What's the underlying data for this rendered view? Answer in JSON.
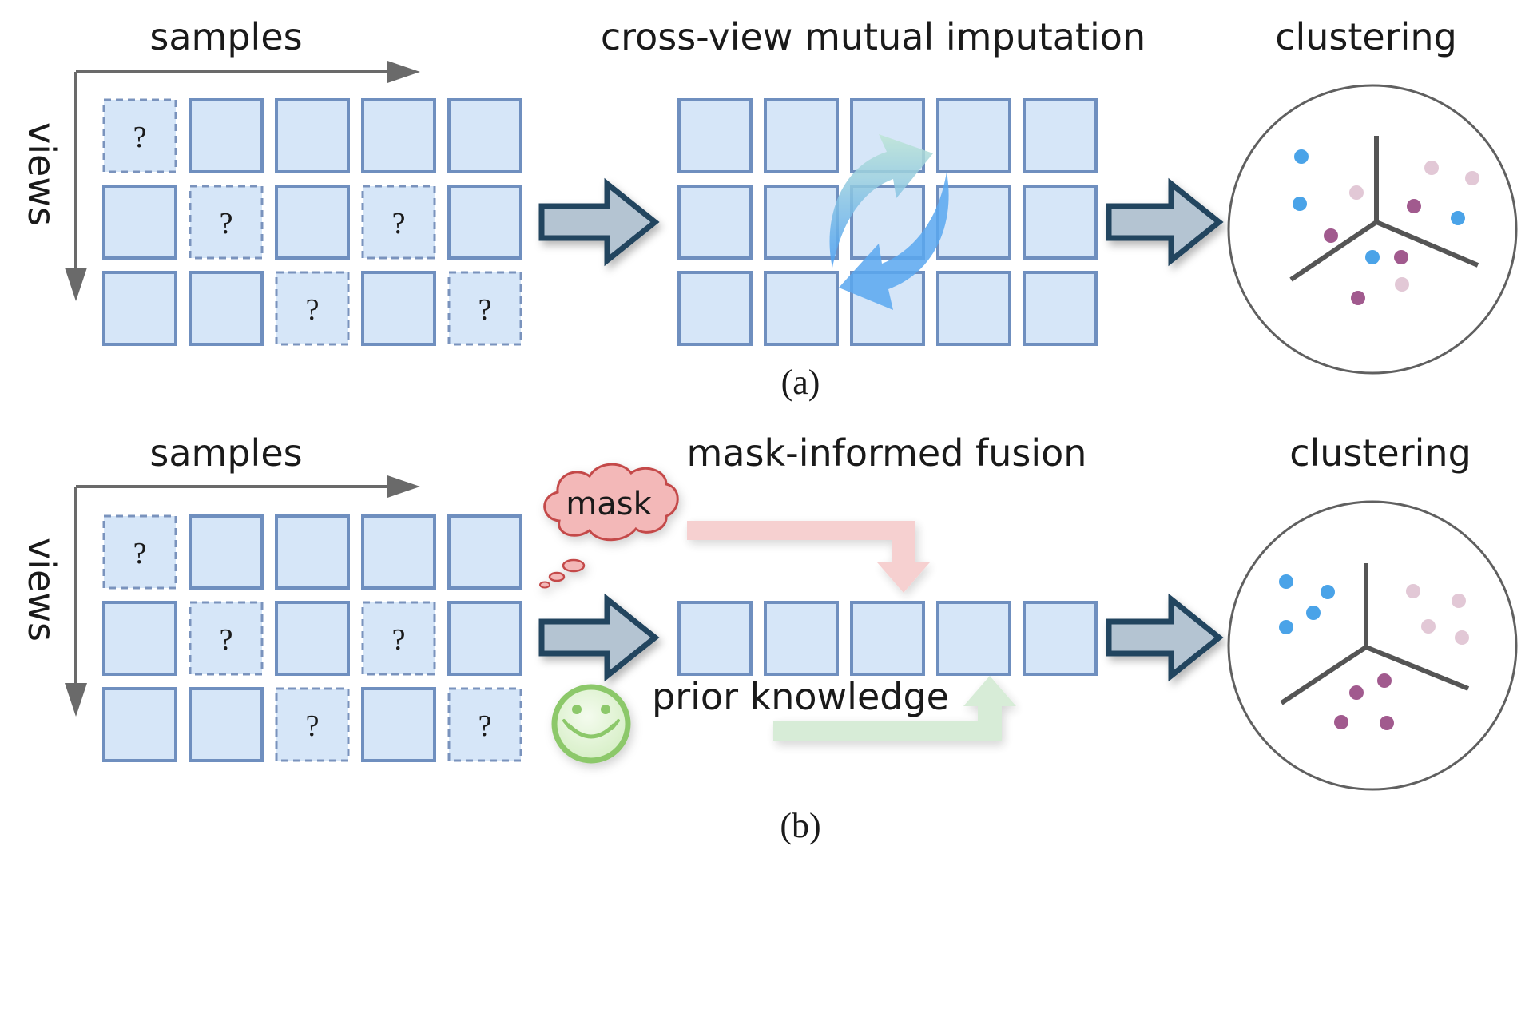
{
  "panel_a": {
    "samples_label": "samples",
    "views_label": "views",
    "middle_title": "cross-view mutual imputation",
    "right_title": "clustering",
    "caption": "(a)",
    "missing_mark": "?"
  },
  "panel_b": {
    "samples_label": "samples",
    "views_label": "views",
    "middle_title": "mask-informed fusion",
    "right_title": "clustering",
    "caption": "(b)",
    "mask_label": "mask",
    "prior_label": "prior knowledge",
    "missing_mark": "?"
  },
  "colors": {
    "cell_fill": "#d6e6f8",
    "cell_stroke": "#6f8fbf",
    "block_arrow_fill": "#b4c4d2",
    "block_arrow_stroke": "#24445e",
    "axis_arrow": "#6a6a6a",
    "cluster_blue": "#4aa3e8",
    "cluster_purple": "#a15a8e",
    "cluster_pink": "#e2c8d6",
    "mask_cloud": "#f3b8b8",
    "smiley": "#8cc86a",
    "mask_arrow": "#f6cccc",
    "prior_arrow": "#d3ebd3",
    "recycle_arrow": "#6fb2ef"
  },
  "icons": [
    "axis-arrow-icon",
    "block-arrow-icon",
    "recycle-icon",
    "cloud-icon",
    "smiley-icon",
    "bent-arrow-icon"
  ]
}
